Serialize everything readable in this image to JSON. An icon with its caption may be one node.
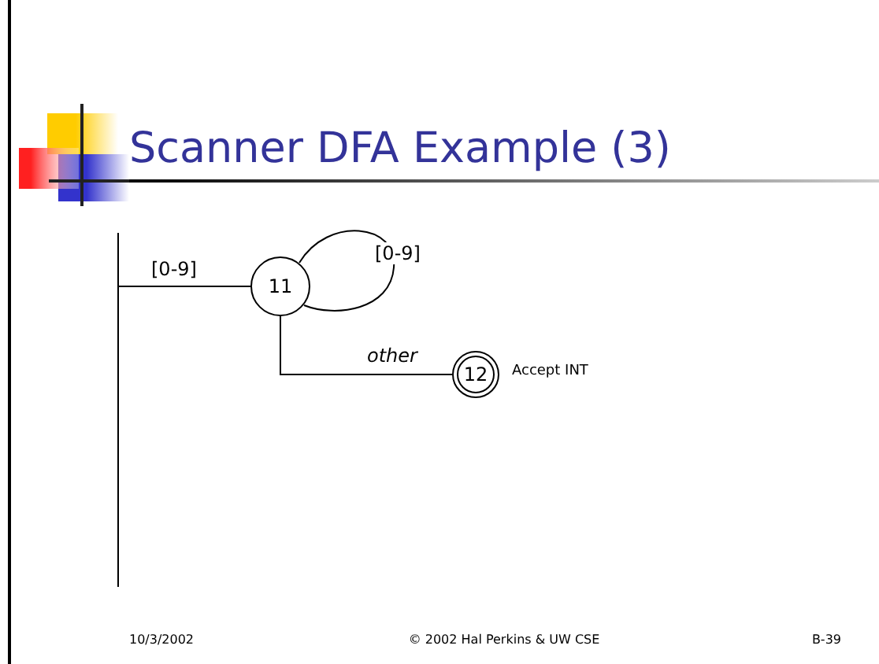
{
  "diagram": {
    "title": "Scanner DFA Example (3)",
    "nodes": [
      {
        "text": [
          "11"
        ]
      },
      {
        "text": [
          "12"
        ],
        "beside": [
          "Accept INT"
        ]
      }
    ],
    "edges": [
      {
        "from": null,
        "to": 0,
        "arrow": "none",
        "label": "[0-9]"
      },
      {
        "from": 0,
        "to": 0,
        "arrow": "none",
        "label": "[0-9]"
      },
      {
        "from": 0,
        "to": 1,
        "arrow": "none",
        "label": "other"
      }
    ],
    "labels": [
      "10/3/2002",
      "© 2002 Hal Perkins & UW CSE",
      "B-39"
    ]
  }
}
